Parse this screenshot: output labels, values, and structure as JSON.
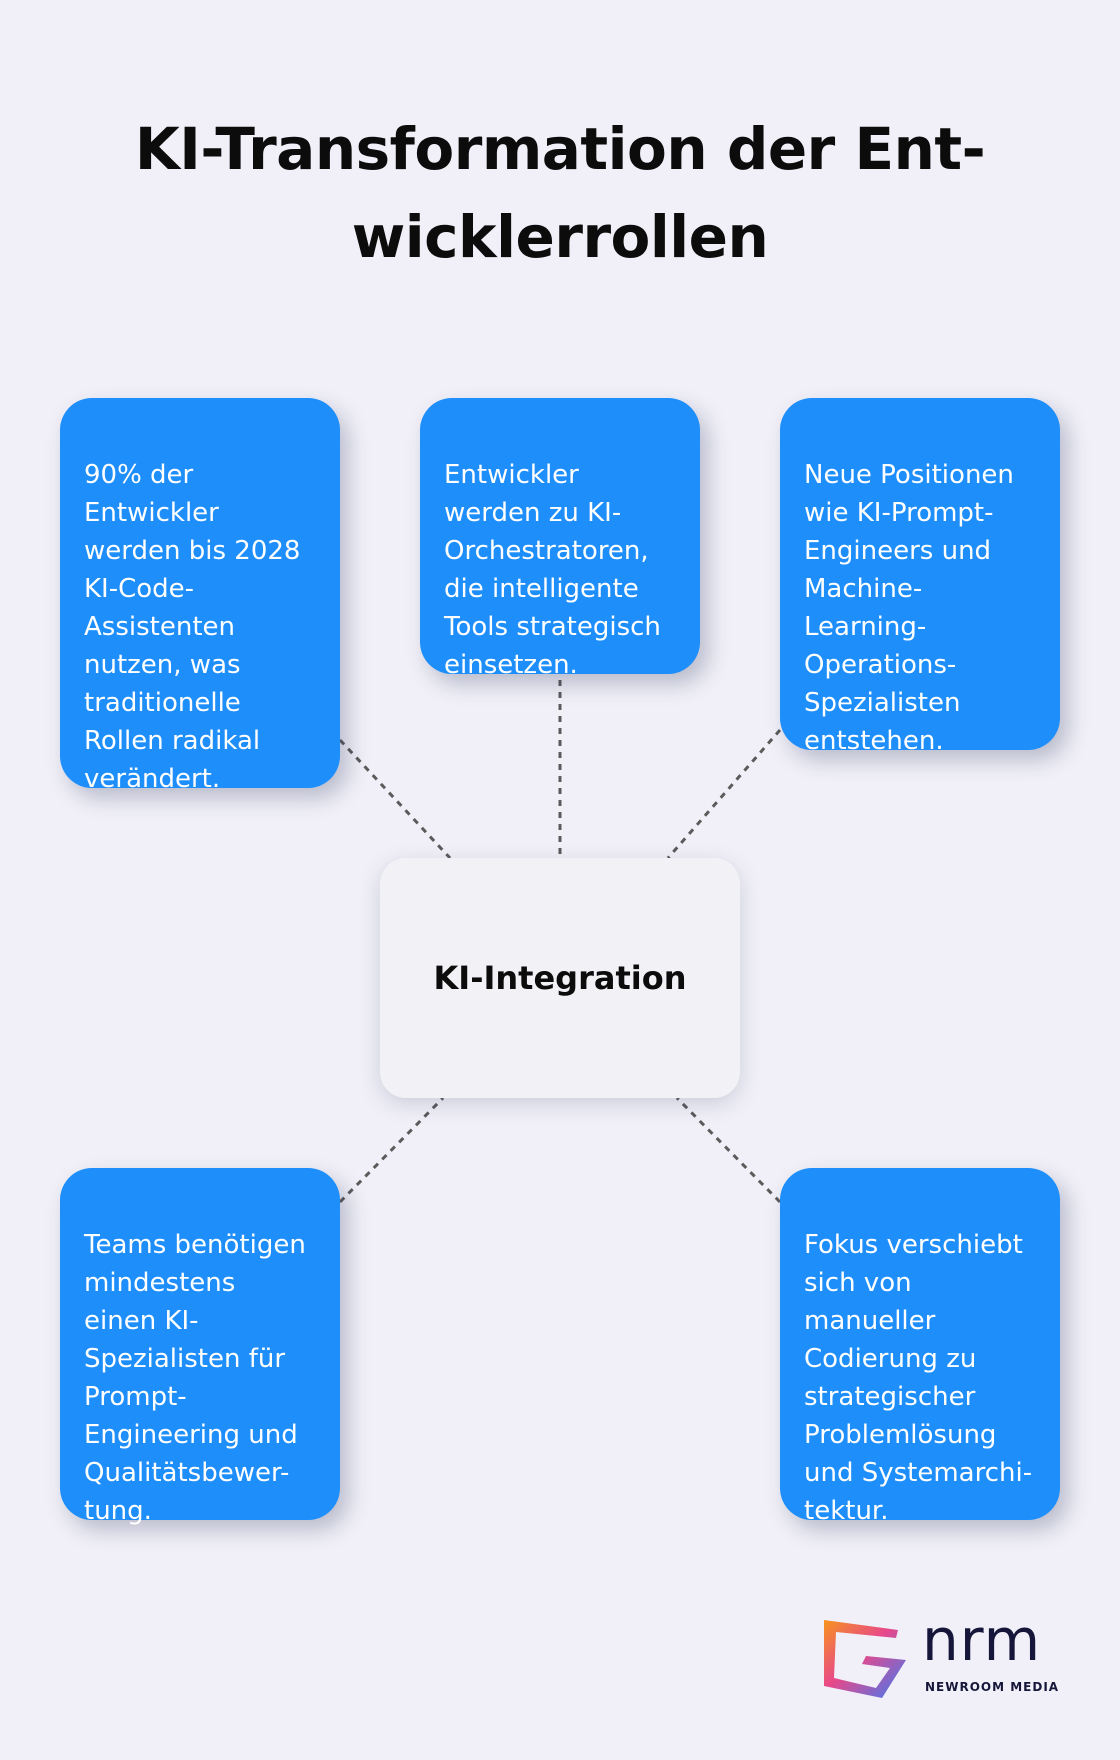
{
  "title": "KI-Transformation der Ent-\nwicklerrollen",
  "center": {
    "label": "KI-Integration"
  },
  "boxes": [
    {
      "text": "90% der\nEntwickler\nwerden bis 2028\nKI-Code-\nAssistenten\nnutzen, was\ntraditionelle\nRollen radikal\nverändert."
    },
    {
      "text": "Entwickler\nwerden zu KI-\nOrchestratoren,\ndie intelligente\nTools strategisch\neinsetzen."
    },
    {
      "text": "Neue Positionen\nwie KI-Prompt-\nEngineers und\nMachine-\nLearning-\nOperations-\nSpezialisten\nentstehen."
    },
    {
      "text": "Teams benötigen\nmindestens\neinen KI-\nSpezialisten für\nPrompt-\nEngineering und\nQualitätsbewer-\ntung."
    },
    {
      "text": "Fokus verschiebt\nsich von\nmanueller\nCodierung zu\nstrategischer\nProblemlösung\nund Systemarchi-\ntektur."
    }
  ],
  "logo": {
    "wordmark": "nrm",
    "subtitle": "NEWROOM MEDIA"
  },
  "colors": {
    "background": "#f1f0f8",
    "box": "#1e8efb",
    "center_node": "#f2f2f6",
    "text_dark": "#0c0c0c",
    "text_light": "#ffffff",
    "connector": "#5b5b5b"
  }
}
